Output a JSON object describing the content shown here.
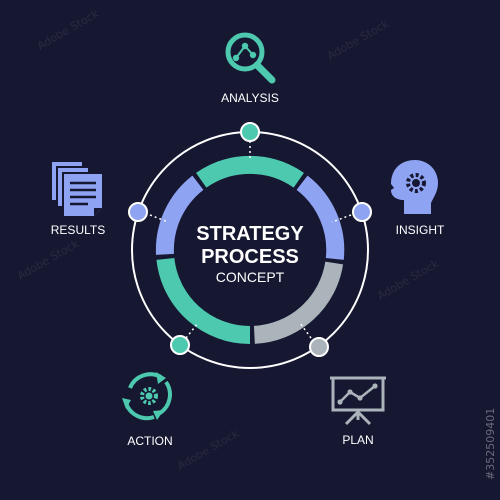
{
  "center": {
    "title_line1": "STRATEGY",
    "title_line2": "PROCESS",
    "subtitle": "CONCEPT"
  },
  "steps": [
    {
      "label": "ANALYSIS",
      "icon": "magnifier-network-icon",
      "color": "#4cc9ae"
    },
    {
      "label": "INSIGHT",
      "icon": "head-gear-icon",
      "color": "#8fa3f3"
    },
    {
      "label": "PLAN",
      "icon": "presentation-board-chart-icon",
      "color": "#aab4ba"
    },
    {
      "label": "ACTION",
      "icon": "cycle-gear-icon",
      "color": "#4cc9ae"
    },
    {
      "label": "RESULTS",
      "icon": "documents-icon",
      "color": "#8fa3f3"
    }
  ],
  "colors": {
    "background": "#161731",
    "teal": "#4cc9ae",
    "blue": "#8fa3f3",
    "gray": "#aab4ba",
    "outline": "#ffffff"
  },
  "watermark": {
    "text": "Adobe Stock",
    "id": "#352509401"
  }
}
